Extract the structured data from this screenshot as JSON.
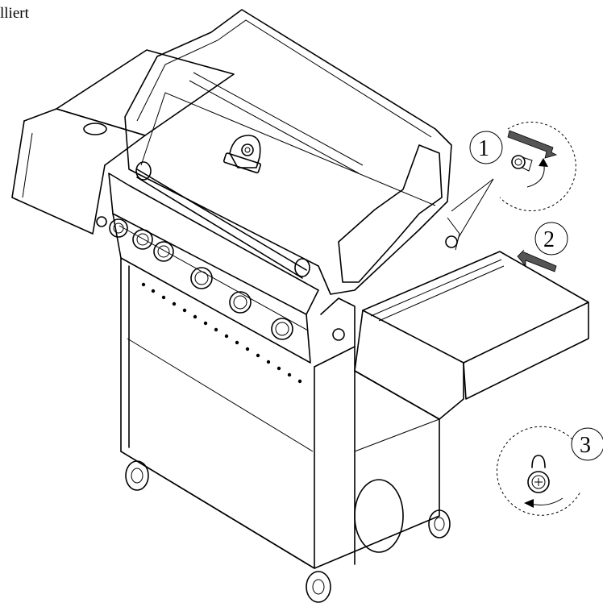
{
  "page": {
    "title": "lliert"
  },
  "steps": [
    {
      "number": "1",
      "detail_icon": "nut-rotate-clockwise-icon"
    },
    {
      "number": "2",
      "detail_icon": "push-arrow-icon"
    },
    {
      "number": "3",
      "detail_icon": "screw-rotate-counterclockwise-icon"
    }
  ],
  "colors": {
    "line": "#000000",
    "arrow": "#555555",
    "background": "#ffffff"
  }
}
